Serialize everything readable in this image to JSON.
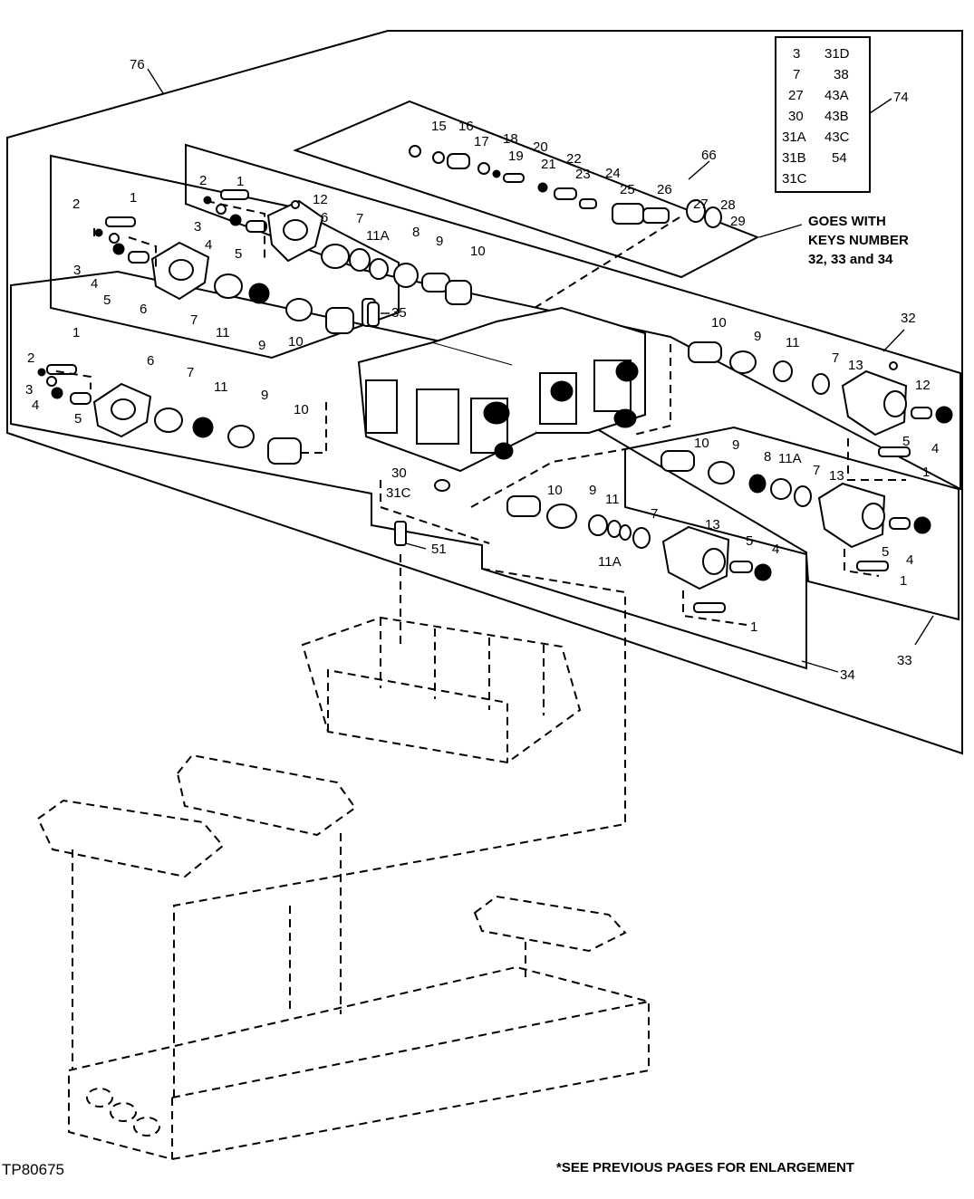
{
  "figure_id": "TP80675",
  "footnote": "*SEE PREVIOUS PAGES FOR ENLARGEMENT",
  "goes_with": {
    "line1": "GOES WITH",
    "line2": "KEYS NUMBER",
    "line3": "32, 33 and 34"
  },
  "kit_table": {
    "key": "74",
    "rows": [
      [
        "3",
        "31D"
      ],
      [
        "7",
        "38"
      ],
      [
        "27",
        "43A"
      ],
      [
        "30",
        "43B"
      ],
      [
        "31A",
        "43C"
      ],
      [
        "31B",
        "54"
      ],
      [
        "31C",
        ""
      ]
    ]
  },
  "callouts": {
    "k76": "76",
    "k66": "66",
    "k32": "32",
    "k33": "33",
    "k34": "34",
    "k35": "35",
    "k51": "51",
    "k30": "30",
    "k31c": "31C",
    "k15": "15",
    "k16": "16",
    "k17": "17",
    "k18": "18",
    "k19": "19",
    "k20": "20",
    "k21": "21",
    "k22": "22",
    "k23": "23",
    "k24": "24",
    "k25": "25",
    "k26": "26",
    "k27": "27",
    "k28": "28",
    "k29": "29",
    "k1": "1",
    "k2": "2",
    "k3": "3",
    "k4": "4",
    "k5": "5",
    "k6": "6",
    "k7": "7",
    "k8": "8",
    "k9": "9",
    "k10": "10",
    "k11": "11",
    "k11a": "11A",
    "k12": "12",
    "k13": "13"
  }
}
